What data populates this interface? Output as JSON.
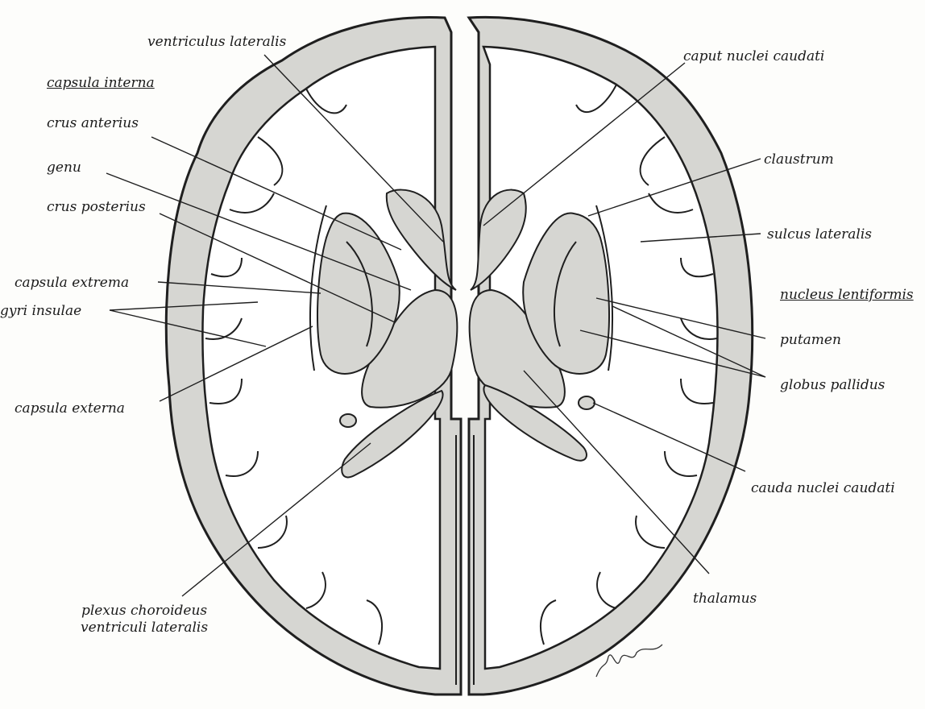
{
  "diagram": {
    "colors": {
      "tissue": "#d6d6d2",
      "white_matter": "#ffffff",
      "stroke": "#1f1f1f",
      "background": "#fdfdfb"
    },
    "labels": {
      "ventriculus_lateralis": "ventriculus lateralis",
      "capsula_interna": "capsula interna",
      "crus_anterius": "crus anterius",
      "genu": "genu",
      "crus_posterius": "crus posterius",
      "capsula_extrema": "capsula extrema",
      "gyri_insulae": "gyri insulae",
      "capsula_externa": "capsula externa",
      "plexus_line1": "plexus choroideus",
      "plexus_line2": "ventriculi lateralis",
      "caput_nuclei_caudati": "caput nuclei caudati",
      "claustrum": "claustrum",
      "sulcus_lateralis": "sulcus lateralis",
      "nucleus_lentiformis": "nucleus lentiformis",
      "putamen": "putamen",
      "globus_pallidus": "globus pallidus",
      "cauda_nuclei_caudati": "cauda nuclei caudati",
      "thalamus": "thalamus"
    },
    "signature": "signature"
  }
}
